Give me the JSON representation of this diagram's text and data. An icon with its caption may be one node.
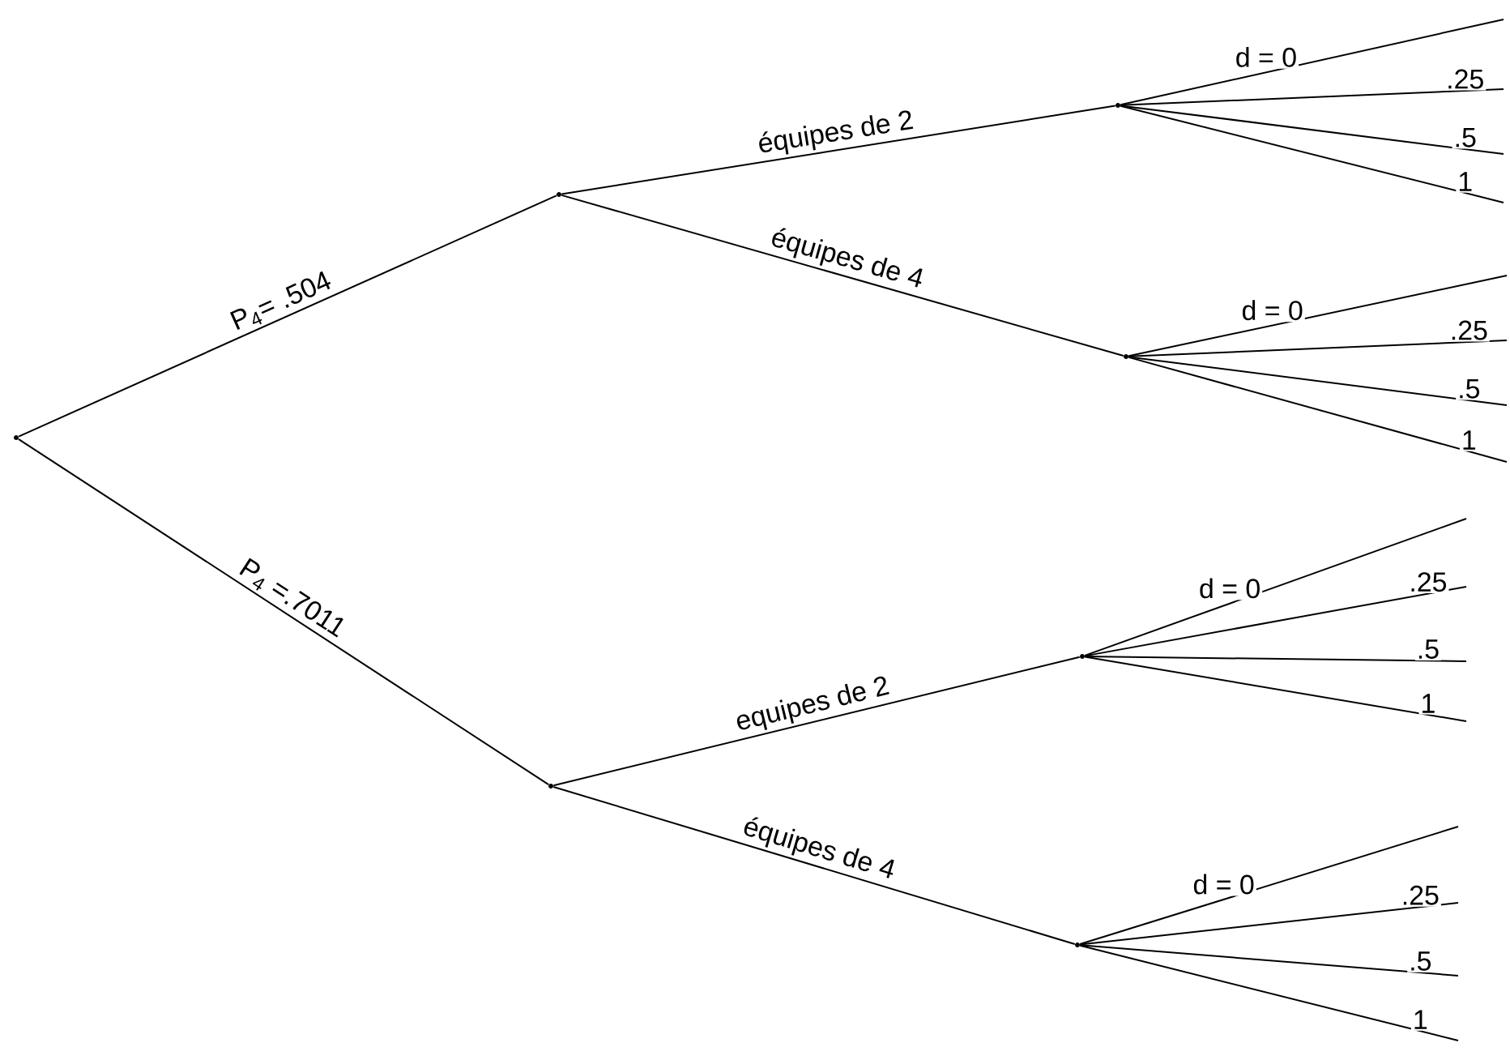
{
  "diagram": {
    "nodes": [
      {
        "text": [],
        "shape": "point"
      },
      {
        "text": [],
        "shape": "point"
      },
      {
        "text": [],
        "shape": "point"
      },
      {
        "text": [],
        "shape": "point"
      },
      {
        "text": [],
        "shape": "point"
      },
      {
        "text": [],
        "shape": "point"
      },
      {
        "text": [],
        "shape": "point"
      }
    ],
    "edges": [
      {
        "from": 0,
        "to": 1,
        "arrow": "none",
        "label": "P$_{4}$= .504"
      },
      {
        "from": 0,
        "to": 2,
        "arrow": "none",
        "label": "P$_{4}$ =.7011"
      },
      {
        "from": 1,
        "to": 3,
        "arrow": "none",
        "label": "équipes de 2"
      },
      {
        "from": 1,
        "to": 4,
        "arrow": "none",
        "label": "équipes de 4"
      },
      {
        "from": 2,
        "to": 5,
        "arrow": "none",
        "label": "equipes de 2"
      },
      {
        "from": 2,
        "to": 6,
        "arrow": "none",
        "label": "équipes de 4"
      },
      {
        "from": 3,
        "to": null,
        "arrow": "none",
        "label": "d = 0"
      },
      {
        "from": 3,
        "to": null,
        "arrow": "none",
        "label": ".25"
      },
      {
        "from": 3,
        "to": null,
        "arrow": "none",
        "label": ".5"
      },
      {
        "from": 3,
        "to": null,
        "arrow": "none",
        "label": "1"
      },
      {
        "from": 4,
        "to": null,
        "arrow": "none",
        "label": "d = 0"
      },
      {
        "from": 4,
        "to": null,
        "arrow": "none",
        "label": ".25"
      },
      {
        "from": 4,
        "to": null,
        "arrow": "none",
        "label": ".5"
      },
      {
        "from": 4,
        "to": null,
        "arrow": "none",
        "label": "1"
      },
      {
        "from": 5,
        "to": null,
        "arrow": "none",
        "label": "d = 0"
      },
      {
        "from": 5,
        "to": null,
        "arrow": "none",
        "label": ".25"
      },
      {
        "from": 5,
        "to": null,
        "arrow": "none",
        "label": ".5"
      },
      {
        "from": 5,
        "to": null,
        "arrow": "none",
        "label": "1"
      },
      {
        "from": 6,
        "to": null,
        "arrow": "none",
        "label": "d = 0"
      },
      {
        "from": 6,
        "to": null,
        "arrow": "none",
        "label": ".25"
      },
      {
        "from": 6,
        "to": null,
        "arrow": "none",
        "label": ".5"
      },
      {
        "from": 6,
        "to": null,
        "arrow": "none",
        "label": "1"
      }
    ]
  }
}
